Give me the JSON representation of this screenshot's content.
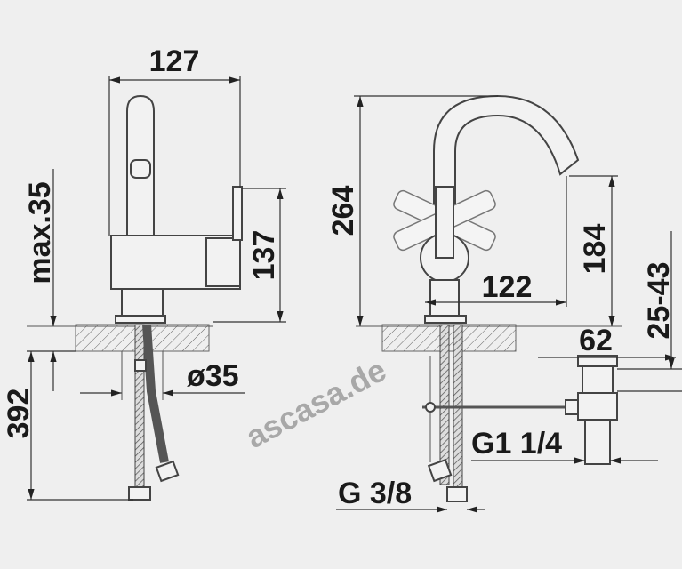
{
  "drawing": {
    "side_view": {
      "width_label": "127",
      "lever_height_label": "137",
      "counter_thickness_label": "max.35",
      "hose_length_label": "392",
      "hole_diameter_label": "ø35"
    },
    "front_view": {
      "total_height_label": "264",
      "spout_height_label": "184",
      "spout_reach_label": "122",
      "drain_offset_label": "62",
      "drain_range_label": "25-43",
      "drain_thread_label": "G1 1/4",
      "supply_thread_label": "G 3/8"
    },
    "watermark": "ascasa.de"
  }
}
